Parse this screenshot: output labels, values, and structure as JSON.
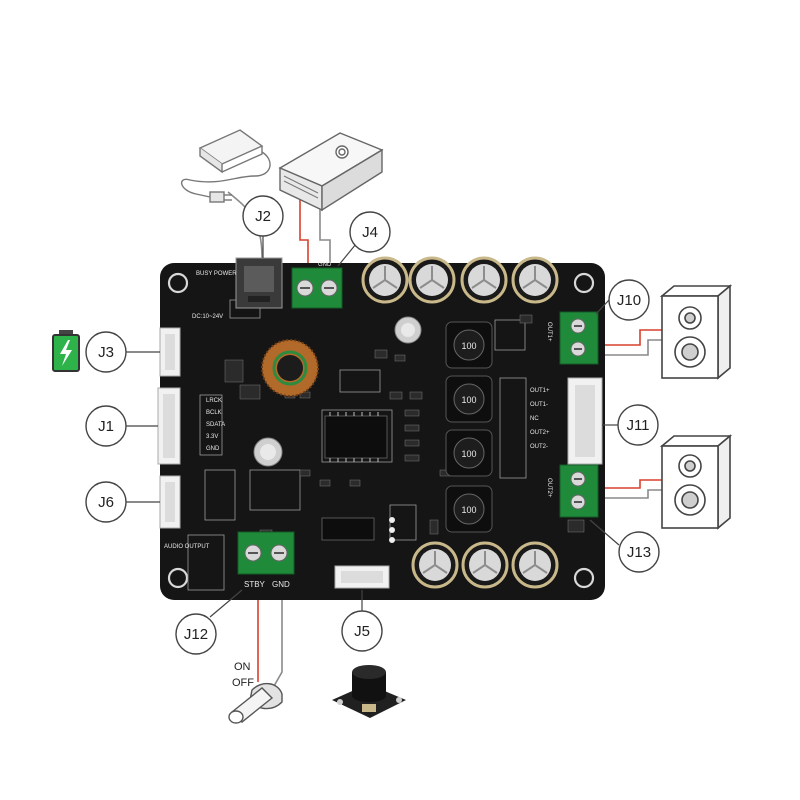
{
  "colors": {
    "pcb": "#151515",
    "silkscreen": "#e8e8e8",
    "terminal_green": "#1f8a3a",
    "header_white": "#f1f1f1",
    "wire_red": "#d9412b",
    "wire_grey": "#8a8a8a",
    "callout_stroke": "#444444",
    "battery_green": "#2db34a"
  },
  "callouts": {
    "j1": "J1",
    "j2": "J2",
    "j3": "J3",
    "j4": "J4",
    "j5": "J5",
    "j6": "J6",
    "j10": "J10",
    "j11": "J11",
    "j12": "J12",
    "j13": "J13"
  },
  "silkscreen": {
    "busy_power": "BUSY POWER",
    "dc_input": "DC:10~24V",
    "gnd_top": "GND",
    "lrck": "LRCK",
    "bclk": "BCLK",
    "sdata": "SDATA",
    "v33": "3.3V",
    "gnd_j1": "GND",
    "audio_output": "AUDIO OUTPUT",
    "stby": "STBY",
    "gnd_j12": "GND",
    "out1_plus": "OUT1+",
    "out1_minus": "OUT1-",
    "out2_plus": "OUT2+",
    "out2_minus": "OUT2-",
    "nc": "NC",
    "ind_100": "100",
    "switch_on": "ON",
    "switch_off": "OFF"
  },
  "icons": [
    "power-adapter-icon",
    "power-supply-box-icon",
    "battery-icon",
    "speaker-icon",
    "toggle-switch-icon",
    "potentiometer-knob-icon"
  ]
}
